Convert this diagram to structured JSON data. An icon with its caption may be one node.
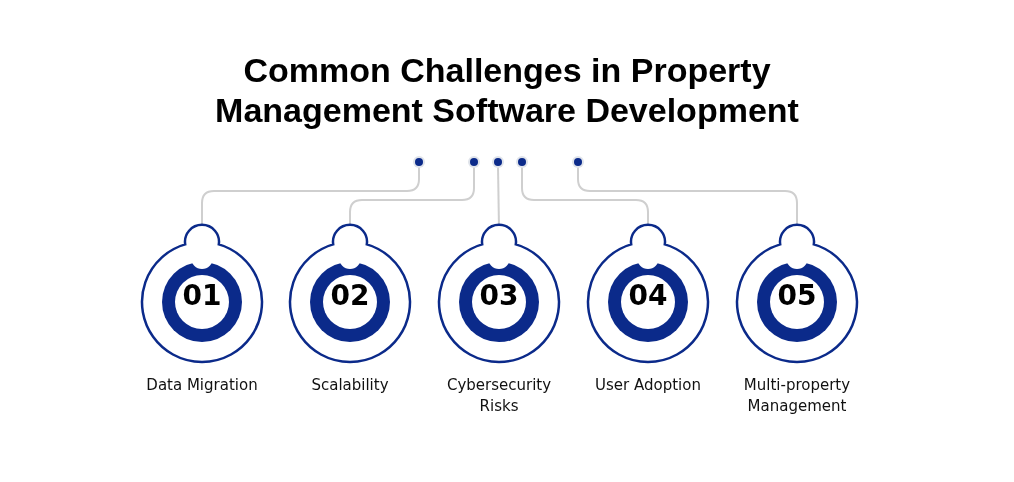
{
  "diagram": {
    "title": "Common Challenges in Property Management Software Development",
    "nodes": [
      {
        "text": [],
        "shape": "circle"
      },
      {
        "text": [],
        "shape": "circle"
      },
      {
        "text": [],
        "shape": "circle"
      },
      {
        "text": [],
        "shape": "circle"
      },
      {
        "text": [],
        "shape": "circle"
      },
      {
        "text": [
          "01"
        ],
        "beside": [
          "Data Migration"
        ]
      },
      {
        "text": [
          "02"
        ],
        "beside": [
          "Scalability"
        ]
      },
      {
        "text": [
          "03"
        ],
        "beside": [
          "Cybersecurity Risks"
        ]
      },
      {
        "text": [
          "04"
        ],
        "beside": [
          "User Adoption"
        ]
      },
      {
        "text": [
          "05"
        ],
        "beside": [
          "Multi-property Management"
        ]
      }
    ],
    "edges": [
      {
        "from": 0,
        "to": 5,
        "arrow": "none"
      },
      {
        "from": 1,
        "to": 6,
        "arrow": "none"
      },
      {
        "from": 2,
        "to": 7,
        "arrow": "none"
      },
      {
        "from": 3,
        "to": 8,
        "arrow": "none"
      },
      {
        "from": 4,
        "to": 9,
        "arrow": "none"
      }
    ]
  }
}
